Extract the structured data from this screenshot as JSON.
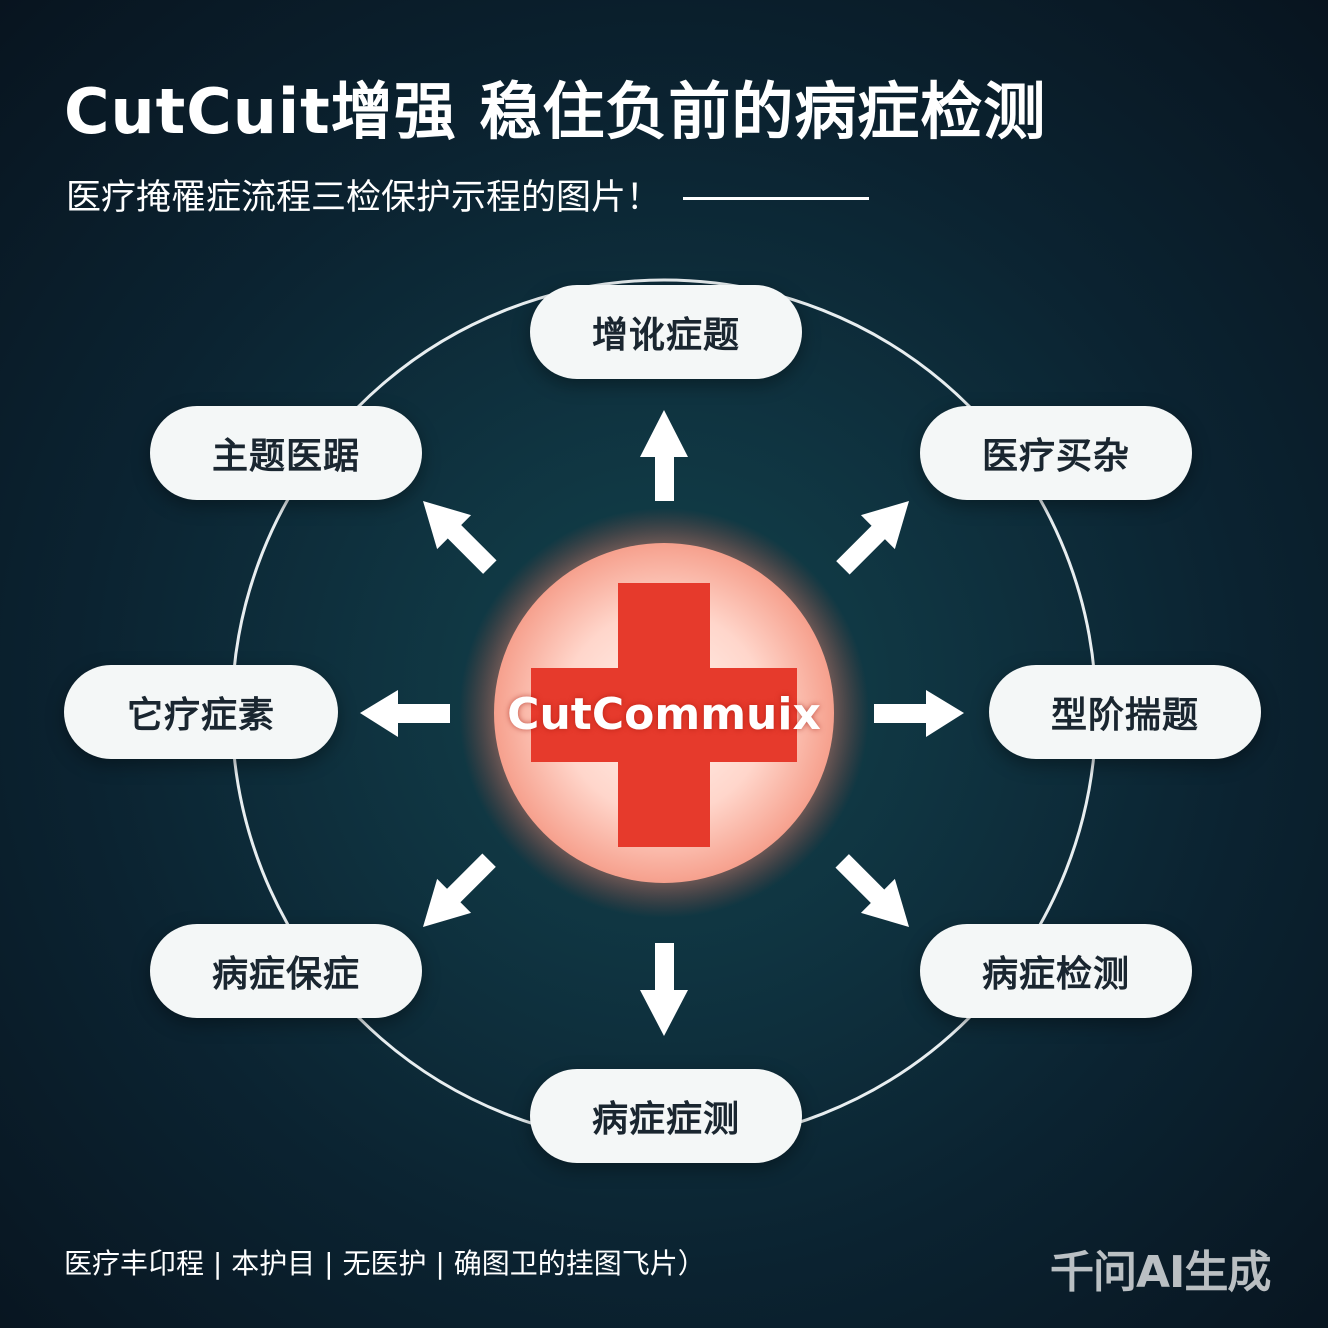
{
  "header": {
    "title": "CutCuit增强 稳住负前的病症检测",
    "subtitle": "医疗掩罹症流程三检保护示程的图片！"
  },
  "diagram": {
    "center_label": "CutCommuix",
    "nodes": [
      {
        "id": "top",
        "label": "增讹症题"
      },
      {
        "id": "top-right",
        "label": "医疗买杂"
      },
      {
        "id": "right",
        "label": "型阶揣题"
      },
      {
        "id": "bottom-right",
        "label": "病症检测"
      },
      {
        "id": "bottom",
        "label": "病症症测"
      },
      {
        "id": "bottom-left",
        "label": "病症保症"
      },
      {
        "id": "left",
        "label": "它疗症素"
      },
      {
        "id": "top-left",
        "label": "主题医踞"
      }
    ],
    "colors": {
      "cross": "#e63a2c",
      "node_fill": "#f4f7f7",
      "node_text": "#1a2630",
      "ring": "#e8eef0",
      "arrow": "#ffffff"
    }
  },
  "footer": {
    "text": "医疗丰卬程 | 本护目 | 无医护 | 确图卫的挂图飞片）"
  },
  "watermark": {
    "text": "千问AI生成"
  }
}
